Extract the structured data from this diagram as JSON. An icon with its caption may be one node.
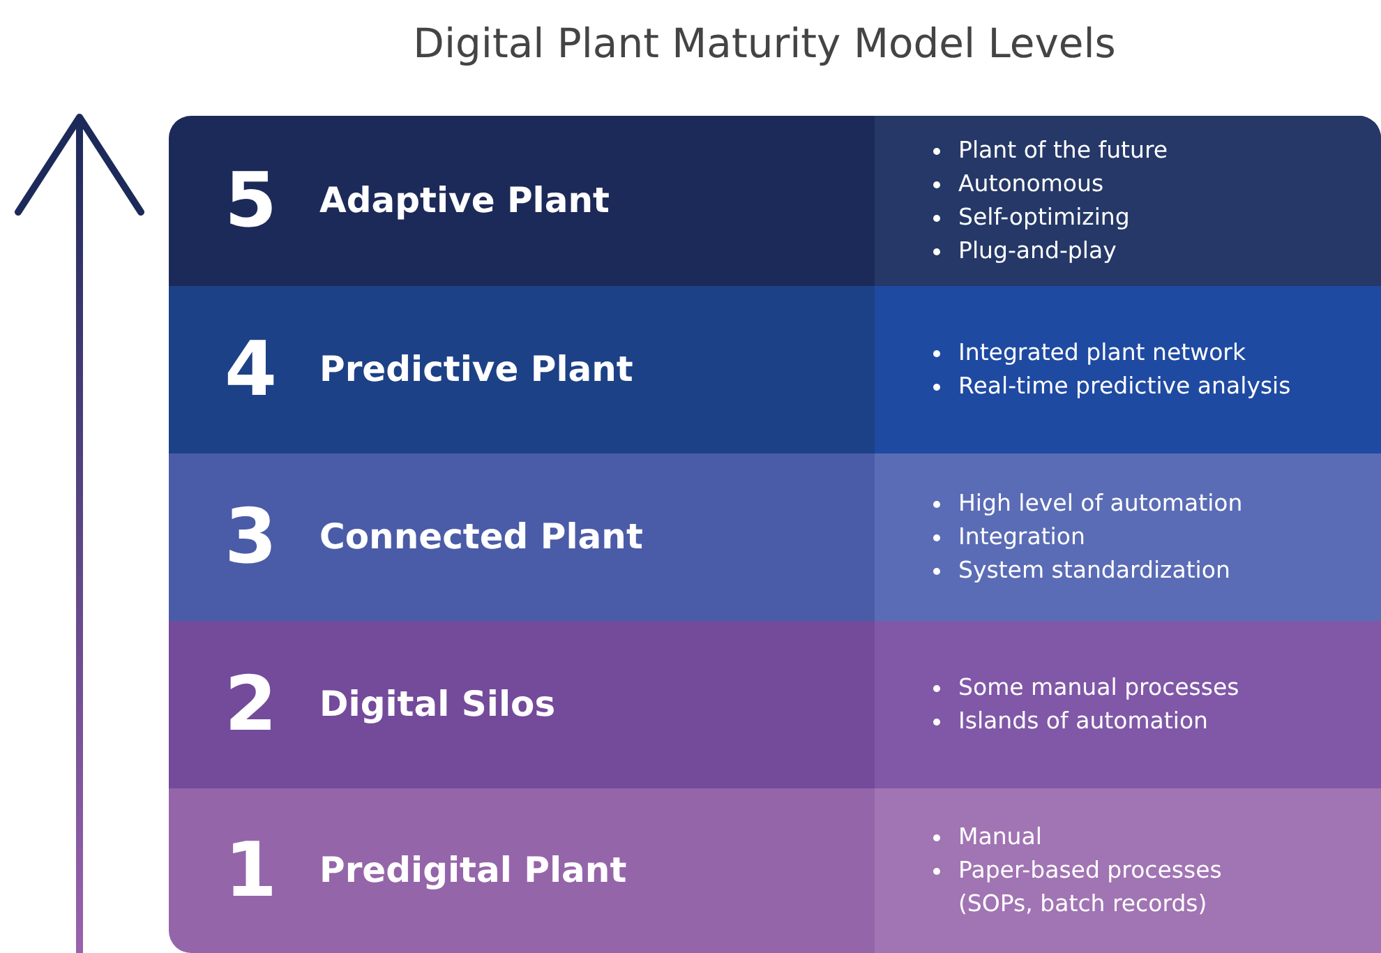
{
  "diagram": {
    "title": "Digital Plant Maturity Model Levels",
    "nodes": [
      {
        "text": [
          "5",
          "Adaptive Plant"
        ]
      },
      {
        "text": [
          "Plant of the future",
          "Autonomous",
          "Self-optimizing",
          "Plug-and-play"
        ],
        "in": 0
      },
      {
        "text": [
          "4",
          "Predictive Plant"
        ]
      },
      {
        "text": [
          "Integrated plant network",
          "Real-time predictive analysis"
        ],
        "in": 2
      },
      {
        "text": [
          "3",
          "Connected Plant"
        ]
      },
      {
        "text": [
          "High level of automation",
          "Integration",
          "System standardization"
        ],
        "in": 4
      },
      {
        "text": [
          "2",
          "Digital Silos"
        ]
      },
      {
        "text": [
          "Some manual processes",
          "Islands of automation"
        ],
        "in": 6
      },
      {
        "text": [
          "1",
          "Predigital Plant"
        ]
      },
      {
        "text": [
          "Manual",
          "Paper-based processes (SOPs, batch records)"
        ],
        "in": 8
      }
    ]
  }
}
